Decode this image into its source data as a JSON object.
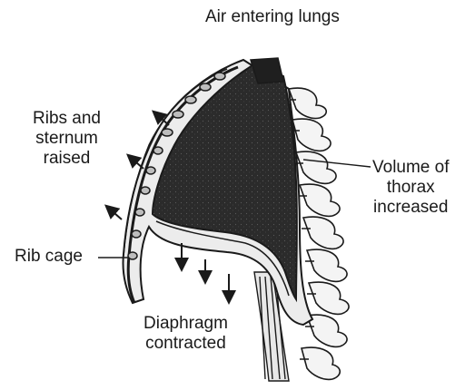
{
  "labels": {
    "air": "Air entering lungs",
    "ribs": [
      "Ribs and",
      "sternum",
      "raised"
    ],
    "volume": [
      "Volume of",
      "thorax",
      "increased"
    ],
    "ribcage": "Rib cage",
    "diaphragm": [
      "Diaphragm",
      "contracted"
    ]
  },
  "colors": {
    "ink": "#1a1a1a",
    "lung_fill": "#262626",
    "tissue_fill": "#ececec",
    "background": "#ffffff"
  }
}
